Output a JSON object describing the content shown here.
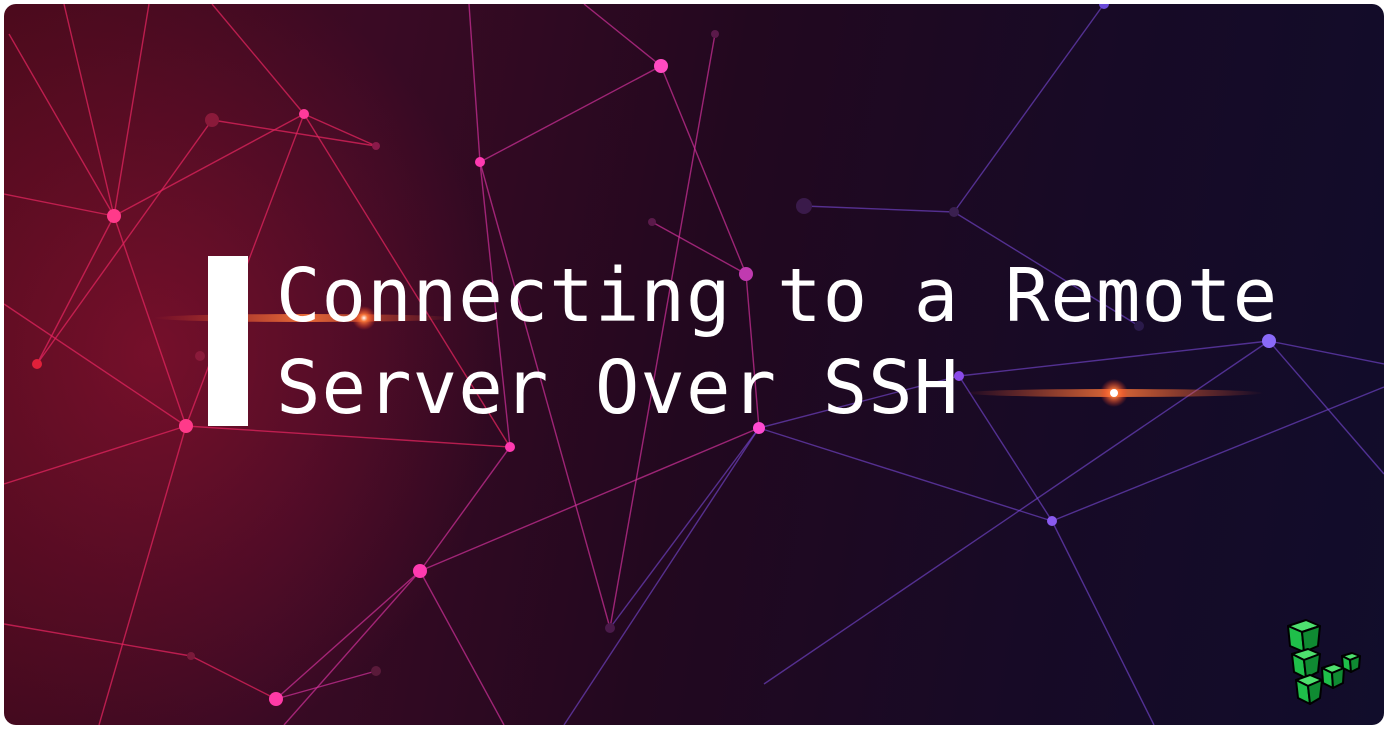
{
  "title": {
    "line1": "Connecting to a Remote",
    "line2": "Server Over SSH"
  },
  "colors": {
    "background_left": "#4a0a1c",
    "background_right": "#110d2b",
    "node_pink": "#ff3fb0",
    "node_violet": "#7b5cff",
    "title_text": "#ffffff",
    "logo_green": "#1fbf4a"
  },
  "icons": {
    "logo": "linode-cube-logo"
  }
}
